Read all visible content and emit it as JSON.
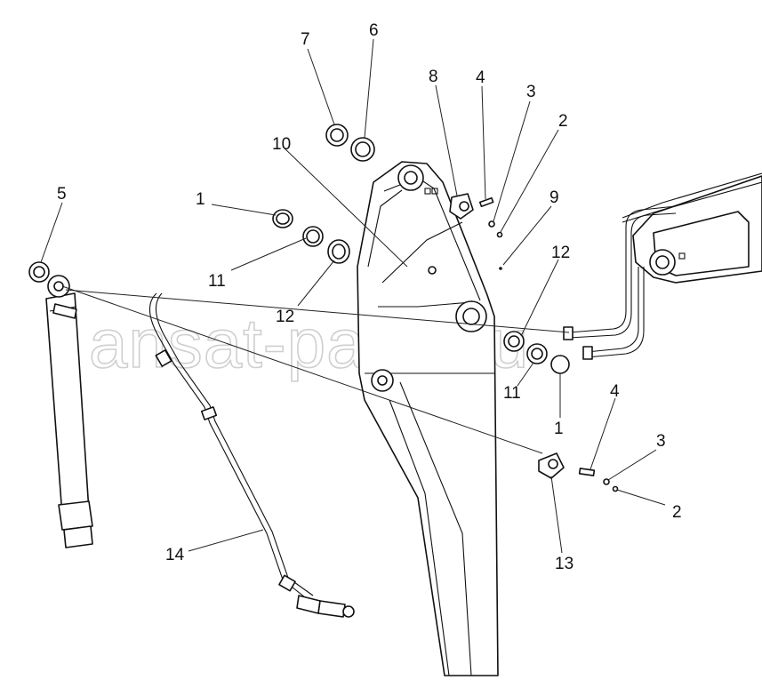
{
  "watermark": "ansat-parts.ru",
  "callouts": [
    {
      "id": "c7",
      "text": "7"
    },
    {
      "id": "c6",
      "text": "6"
    },
    {
      "id": "c8",
      "text": "8"
    },
    {
      "id": "c4a",
      "text": "4"
    },
    {
      "id": "c3a",
      "text": "3"
    },
    {
      "id": "c2a",
      "text": "2"
    },
    {
      "id": "c10",
      "text": "10"
    },
    {
      "id": "c9",
      "text": "9"
    },
    {
      "id": "c5",
      "text": "5"
    },
    {
      "id": "c1a",
      "text": "1"
    },
    {
      "id": "c11a",
      "text": "11"
    },
    {
      "id": "c12a",
      "text": "12"
    },
    {
      "id": "c12b",
      "text": "12"
    },
    {
      "id": "c11b",
      "text": "11"
    },
    {
      "id": "c1b",
      "text": "1"
    },
    {
      "id": "c4b",
      "text": "4"
    },
    {
      "id": "c3b",
      "text": "3"
    },
    {
      "id": "c2b",
      "text": "2"
    },
    {
      "id": "c13",
      "text": "13"
    },
    {
      "id": "c14",
      "text": "14"
    }
  ]
}
